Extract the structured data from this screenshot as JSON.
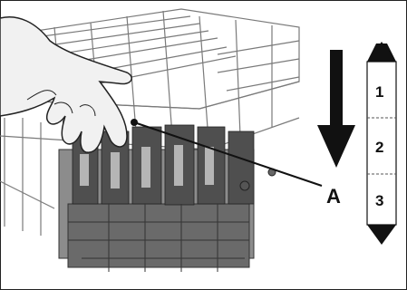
{
  "callout": {
    "label": "A"
  },
  "scale": {
    "levels": [
      "1",
      "2",
      "3"
    ]
  },
  "icons": {
    "direction_arrow": "arrow-down-icon",
    "scale_top": "triangle-up-icon",
    "scale_bottom": "triangle-down-icon",
    "hand": "hand-icon"
  },
  "colors": {
    "line": "#111111",
    "background": "#ffffff",
    "basket": "#6b6b6b"
  }
}
